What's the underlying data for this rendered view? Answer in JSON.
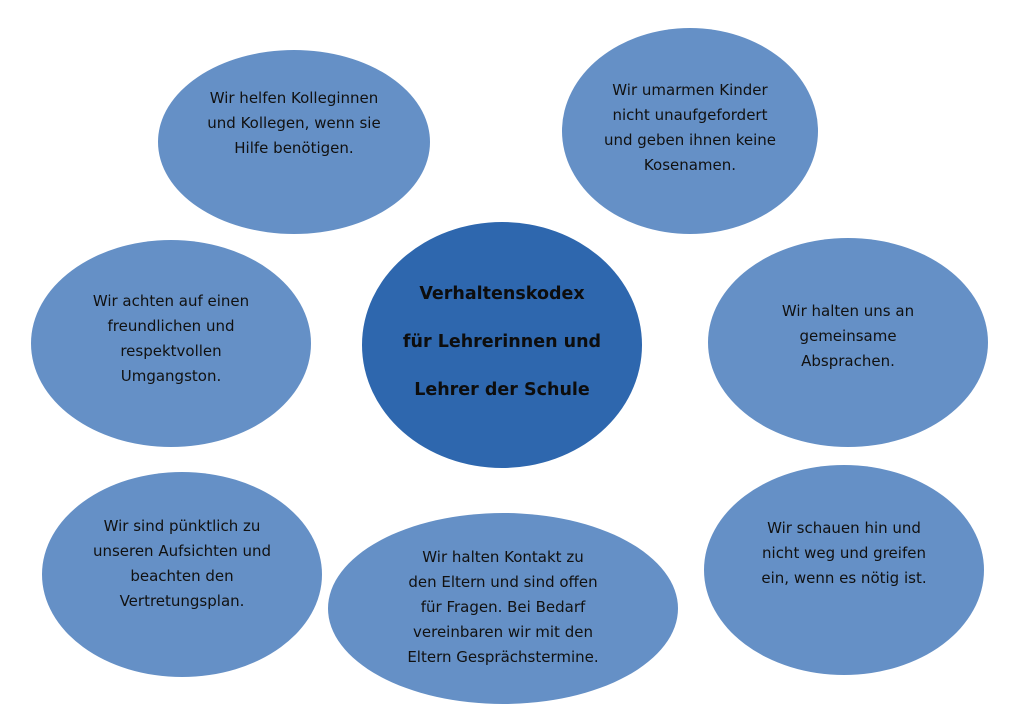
{
  "diagram": {
    "colors": {
      "outer_fill": "#6590c6",
      "center_fill": "#2e67ae",
      "text": "#111111",
      "background": "#ffffff"
    },
    "center": {
      "title": "Verhaltenskodex\nfür Lehrerinnen und\nLehrer der Schule"
    },
    "nodes": [
      {
        "id": "top-left",
        "text": "Wir helfen Kolleginnen\nund Kollegen, wenn sie\nHilfe benötigen."
      },
      {
        "id": "top-right",
        "text": "Wir umarmen Kinder\nnicht unaufgefordert\nund geben ihnen keine\nKosenamen."
      },
      {
        "id": "middle-left",
        "text": "Wir achten auf einen\nfreundlichen und\nrespektvollen\nUmgangston."
      },
      {
        "id": "middle-right",
        "text": "Wir halten uns an\ngemeinsame\nAbsprachen."
      },
      {
        "id": "bottom-left",
        "text": "Wir sind pünktlich zu\nunseren Aufsichten und\nbeachten den\nVertretungsplan."
      },
      {
        "id": "bottom-center",
        "text": "Wir halten Kontakt zu\nden Eltern und sind offen\nfür Fragen. Bei Bedarf\nvereinbaren wir mit den\nEltern Gesprächstermine."
      },
      {
        "id": "bottom-right",
        "text": "Wir schauen hin und\nnicht weg und greifen\nein, wenn es nötig ist."
      }
    ]
  }
}
